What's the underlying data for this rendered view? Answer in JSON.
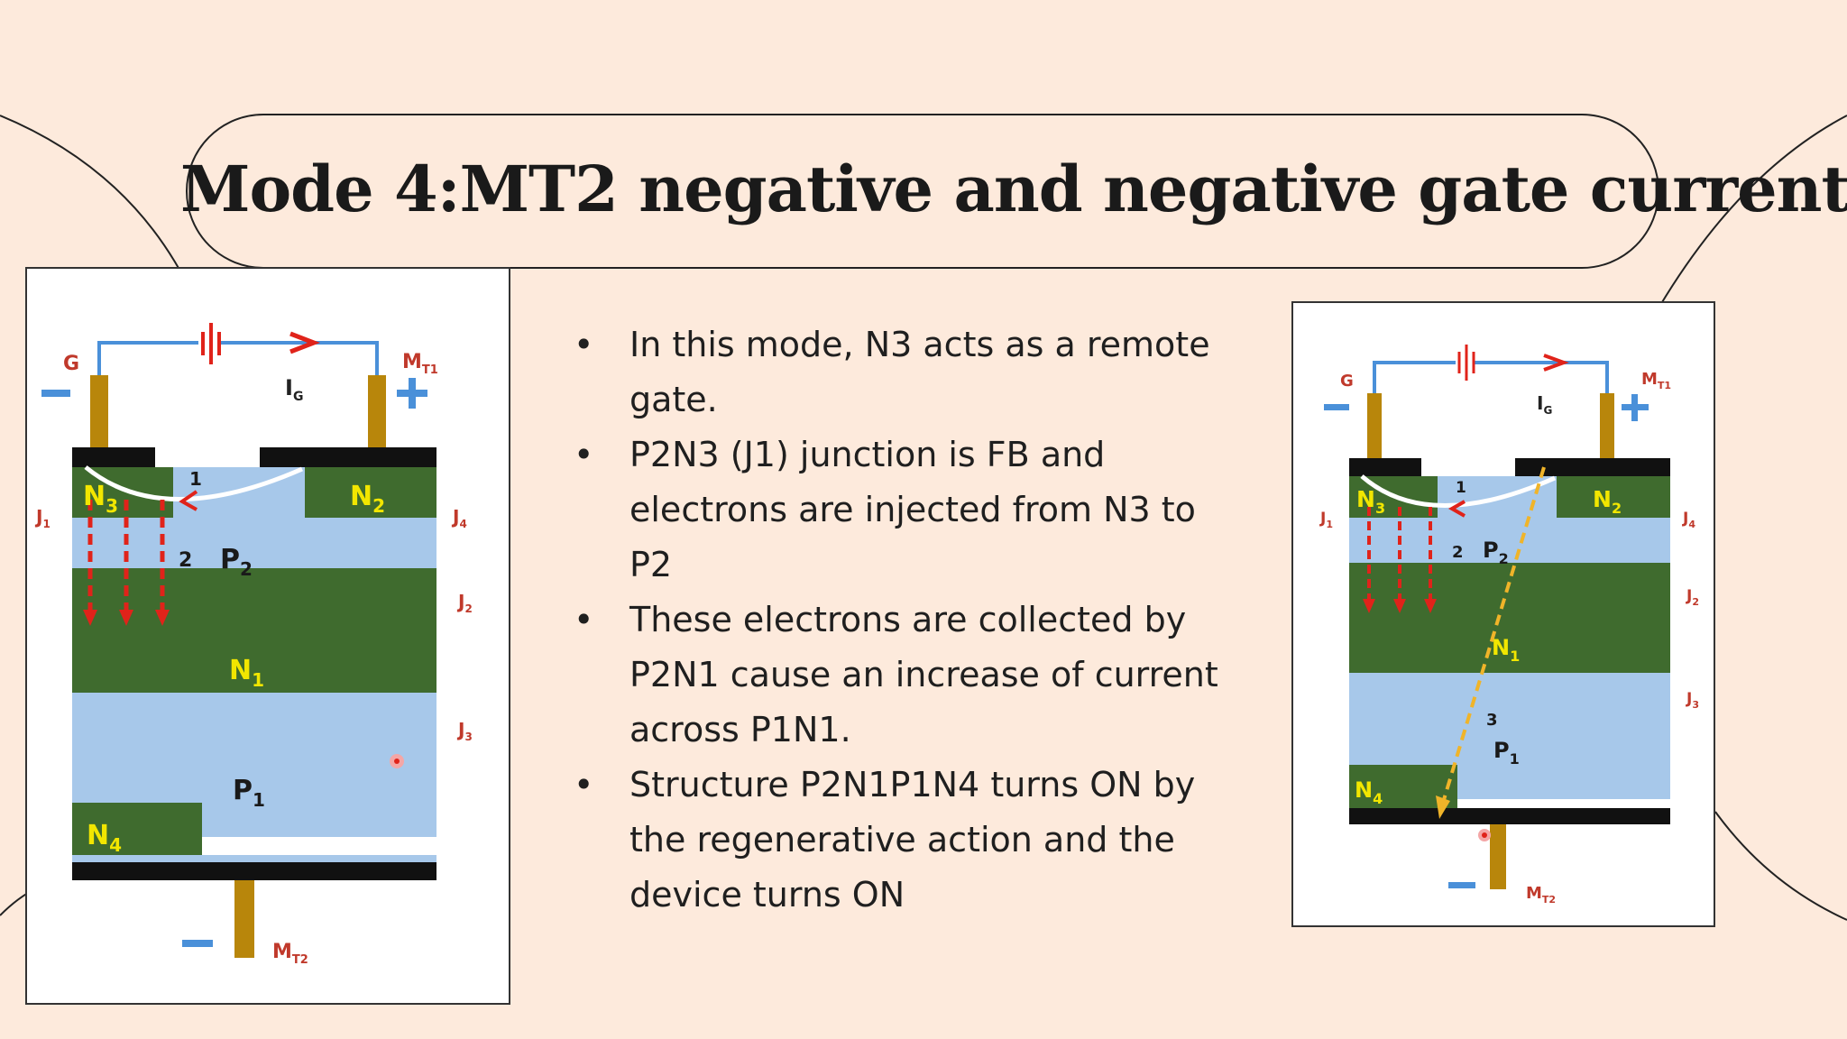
{
  "slide": {
    "title": "Mode 4:MT2 negative and negative gate current",
    "bullets": [
      "In this mode, N3 acts as a remote gate.",
      "P2N3 (J1) junction is FB and electrons are injected from N3 to P2",
      "These electrons are collected by P2N1 cause an increase of current across P1N1.",
      "Structure P2N1P1N4 turns ON by the regenerative action and the device turns ON"
    ]
  },
  "figures": {
    "left": {
      "gate_label": "G",
      "mt1_label": "M",
      "mt1_sub": "T1",
      "mt2_label": "M",
      "mt2_sub": "T2",
      "ig_label": "I",
      "ig_sub": "G",
      "n3": "N",
      "n3_sub": "3",
      "n2": "N",
      "n2_sub": "2",
      "p2": "P",
      "p2_sub": "2",
      "n1": "N",
      "n1_sub": "1",
      "p1": "P",
      "p1_sub": "1",
      "n4": "N",
      "n4_sub": "4",
      "j1": "J",
      "j1_sub": "1",
      "j4": "J",
      "j4_sub": "4",
      "j2": "J",
      "j2_sub": "2",
      "j3": "J",
      "j3_sub": "3",
      "path1": "1",
      "path2": "2"
    },
    "right": {
      "gate_label": "G",
      "mt1_label": "M",
      "mt1_sub": "T1",
      "mt2_label": "M",
      "mt2_sub": "T2",
      "ig_label": "I",
      "ig_sub": "G",
      "n3": "N",
      "n3_sub": "3",
      "n2": "N",
      "n2_sub": "2",
      "p2": "P",
      "p2_sub": "2",
      "n1": "N",
      "n1_sub": "1",
      "p1": "P",
      "p1_sub": "1",
      "n4": "N",
      "n4_sub": "4",
      "j1": "J",
      "j1_sub": "1",
      "j4": "J",
      "j4_sub": "4",
      "j2": "J",
      "j2_sub": "2",
      "j3": "J",
      "j3_sub": "3",
      "path1": "1",
      "path2": "2",
      "path3": "3"
    }
  },
  "colors": {
    "background": "#fdeadc",
    "p_region": "#a7c8ea",
    "n_region": "#3f6b2e",
    "region_label": "#f2e600",
    "terminal": "#b8860b",
    "wire": "#4a90d9",
    "annotation": "#c0392b",
    "electron_path": "#e0231a",
    "conduction_path": "#f0b429"
  }
}
